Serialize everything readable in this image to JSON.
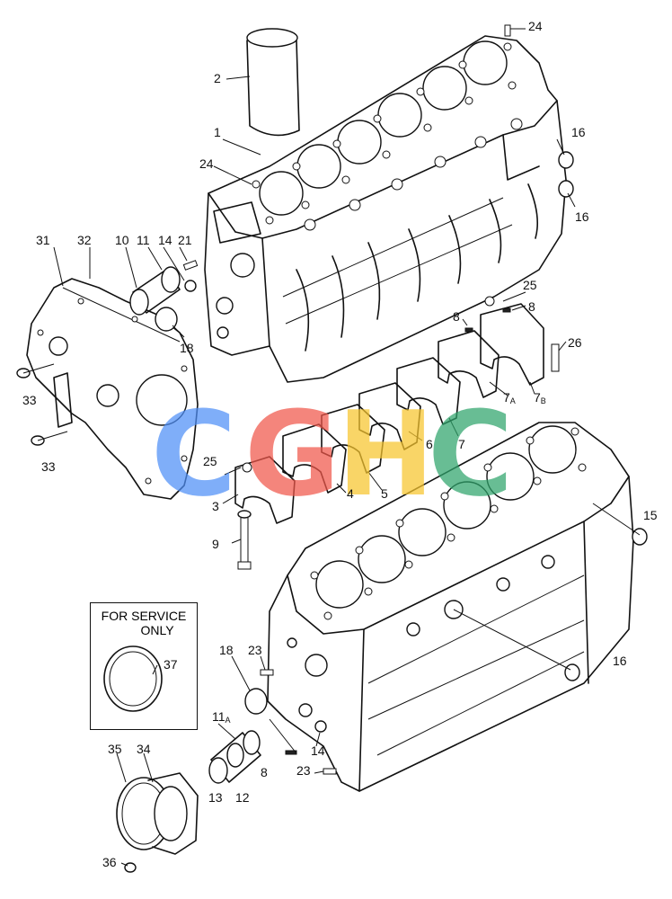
{
  "callout": {
    "line1": "FOR SERVICE",
    "line2": "ONLY"
  },
  "watermark": {
    "letters": [
      "C",
      "G",
      "H",
      "C"
    ],
    "colors": [
      "#4f8ff7",
      "#f0574a",
      "#f8c52e",
      "#2fa56c"
    ]
  },
  "labels": {
    "l1": "1",
    "l2": "2",
    "l3": "3",
    "l4": "4",
    "l5": "5",
    "l6": "6",
    "l7": "7",
    "l7a": "7",
    "l7a_sub": "A",
    "l7b": "7",
    "l7b_sub": "B",
    "l8a": "8",
    "l8b": "8",
    "l8c": "8",
    "l9": "9",
    "l10": "10",
    "l11": "11",
    "l11a": "11",
    "l11a_sub": "A",
    "l12": "12",
    "l13": "13",
    "l14a": "14",
    "l14b": "14",
    "l15": "15",
    "l16a": "16",
    "l16b": "16",
    "l16c": "16",
    "l18a": "18",
    "l18b": "18",
    "l21": "21",
    "l23a": "23",
    "l23b": "23",
    "l24a": "24",
    "l24b": "24",
    "l25a": "25",
    "l25b": "25",
    "l26": "26",
    "l31": "31",
    "l32": "32",
    "l33a": "33",
    "l33b": "33",
    "l34": "34",
    "l35": "35",
    "l36": "36",
    "l37": "37"
  }
}
